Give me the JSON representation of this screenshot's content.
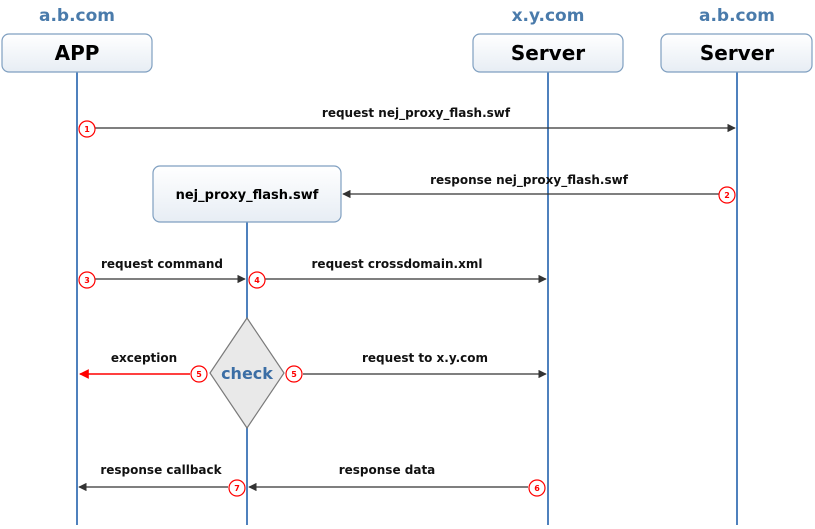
{
  "colors": {
    "domain": "#4a7bab",
    "lifeline": "#4f81bd",
    "arrow": "#333333",
    "exception": "#ff0000",
    "step_ring": "#ff0000",
    "box_border": "#7f9fc0",
    "box_fill_top": "#ffffff",
    "box_fill_bottom": "#e7edf4",
    "check_fill": "#e9e9e9",
    "check_border": "#7a7a7a",
    "check_text": "#3b6ea5"
  },
  "domains": {
    "app": "a.b.com",
    "xy": "x.y.com",
    "ab_server": "a.b.com"
  },
  "actors": {
    "app": "APP",
    "xy_server": "Server",
    "ab_server": "Server"
  },
  "proxy": {
    "label": "nej_proxy_flash.swf"
  },
  "check": {
    "label": "check"
  },
  "messages": {
    "request_swf": "request nej_proxy_flash.swf",
    "response_swf": "response nej_proxy_flash.swf",
    "request_command": "request command",
    "request_crossdomain": "request crossdomain.xml",
    "exception": "exception",
    "request_to_xy": "request to x.y.com",
    "response_callback": "response callback",
    "response_data": "response data"
  },
  "steps": {
    "s1": "1",
    "s2": "2",
    "s3": "3",
    "s4": "4",
    "s5_left": "5",
    "s5_right": "5",
    "s6": "6",
    "s7": "7"
  }
}
